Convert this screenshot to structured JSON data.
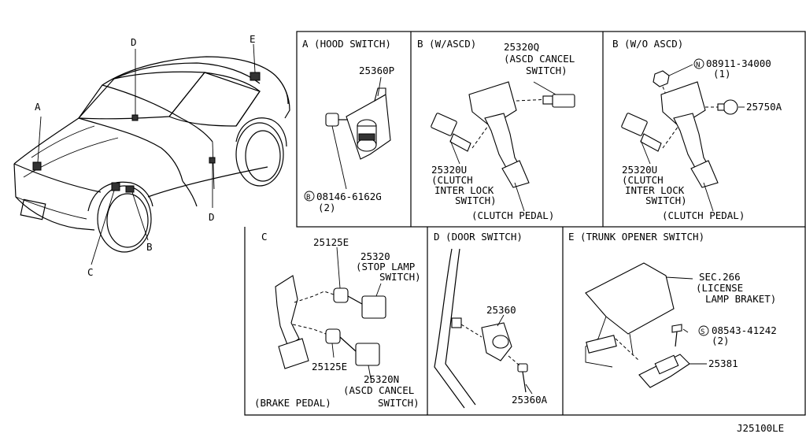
{
  "car_callouts": {
    "a": "A",
    "b": "B",
    "c": "C",
    "d1": "D",
    "d2": "D",
    "e": "E"
  },
  "panels": {
    "a": {
      "title": "A (HOOD SWITCH)",
      "part_switch": "25360P",
      "bolt_code": "B",
      "bolt_part": "08146-6162G",
      "bolt_qty": "(2)"
    },
    "b1": {
      "title": "B (W/ASCD)",
      "cancel_part": "25320Q",
      "cancel_name_1": "(ASCD CANCEL",
      "cancel_name_2": "SWITCH)",
      "clutch_part": "25320U",
      "clutch_name_1": "(CLUTCH",
      "clutch_name_2": "INTER LOCK",
      "clutch_name_3": "SWITCH)",
      "pedal": "(CLUTCH PEDAL)"
    },
    "b2": {
      "title": "B (W/O ASCD)",
      "nut_code": "N",
      "nut_part": "08911-34000",
      "nut_qty": "(1)",
      "plug_part": "25750A",
      "clutch_part": "25320U",
      "clutch_name_1": "(CLUTCH",
      "clutch_name_2": "INTER LOCK",
      "clutch_name_3": "SWITCH)",
      "pedal": "(CLUTCH PEDAL)"
    },
    "c": {
      "title": "C",
      "clip_top": "25125E",
      "stop_part": "25320",
      "stop_name_1": "(STOP LAMP",
      "stop_name_2": "SWITCH)",
      "clip_bottom": "25125E",
      "cancel_part": "25320N",
      "cancel_name_1": "(ASCD CANCEL",
      "cancel_name_2": "SWITCH)",
      "pedal": "(BRAKE PEDAL)"
    },
    "d": {
      "title": "D (DOOR SWITCH)",
      "switch_part": "25360",
      "screw_part": "25360A"
    },
    "e": {
      "title": "E (TRUNK OPENER SWITCH)",
      "sec_ref": "SEC.266",
      "sec_name_1": "(LICENSE",
      "sec_name_2": "LAMP BRAKET)",
      "screw_code": "S",
      "screw_part": "08543-41242",
      "screw_qty": "(2)",
      "switch_part": "25381"
    }
  },
  "drawing_number": "J25100LE"
}
